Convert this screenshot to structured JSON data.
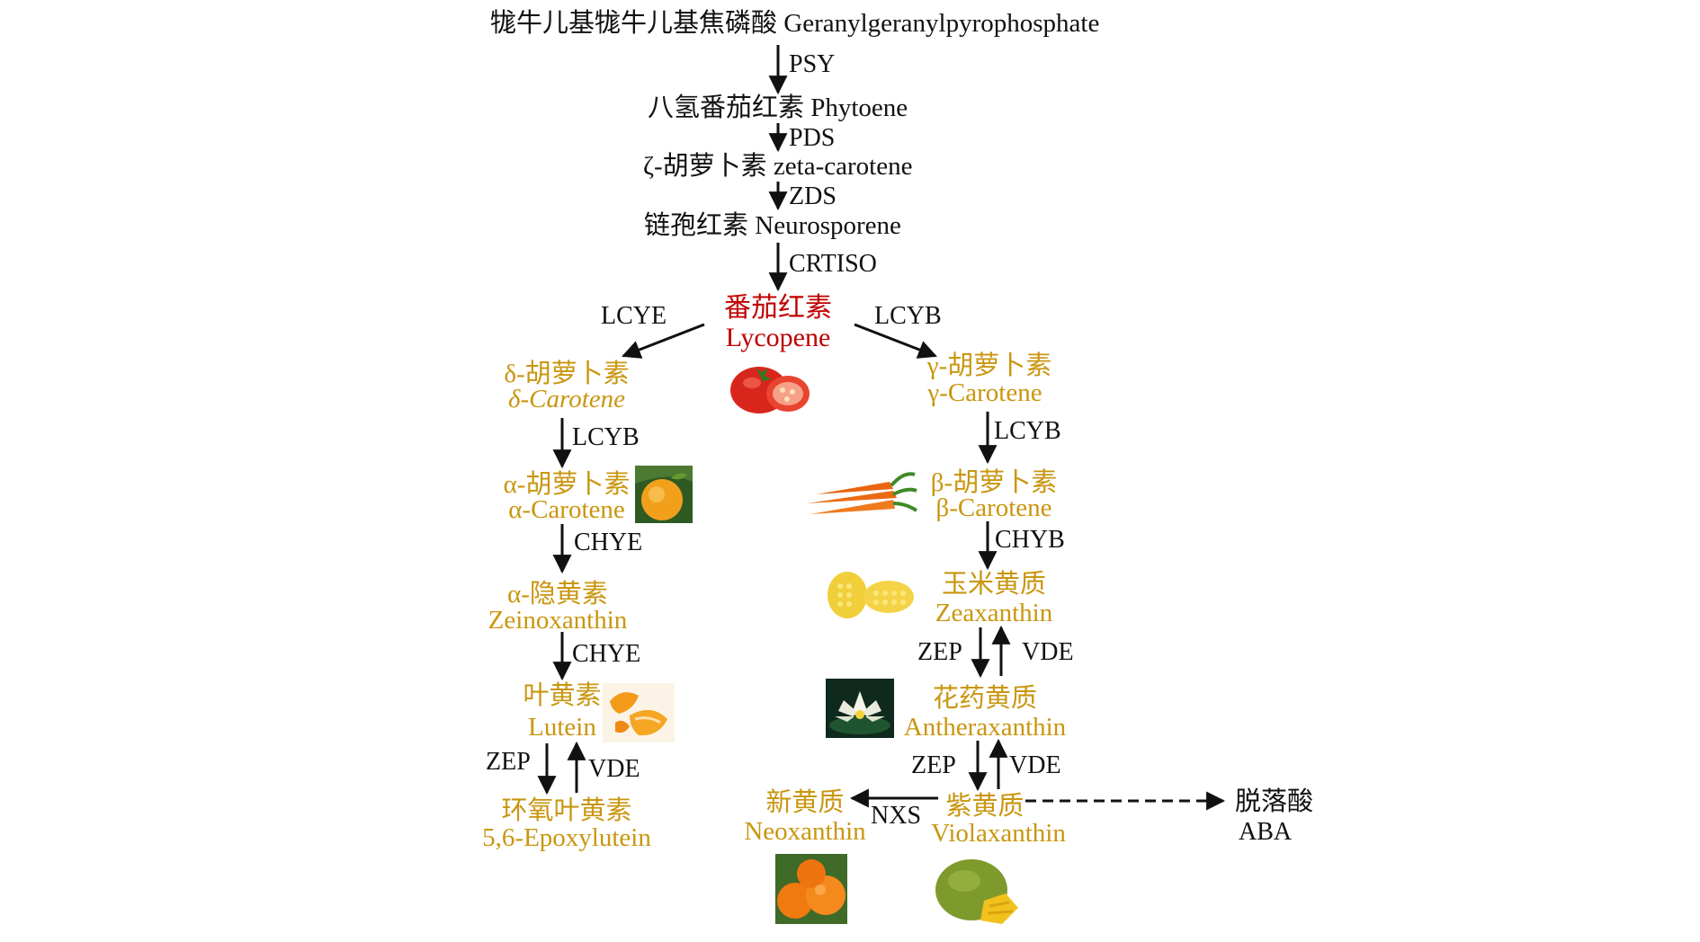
{
  "colors": {
    "arrow": "#111111",
    "carotenoid": "#c9960f",
    "lycopene": "#c00000",
    "text": "#111111"
  },
  "compounds": {
    "ggpp": "牻牛儿基牻牛儿基焦磷酸 Geranylgeranylpyrophosphate",
    "phytoene": "八氢番茄红素 Phytoene",
    "zeta_carotene": "ζ-胡萝卜素 zeta-carotene",
    "neurosporene": "链孢红素 Neurosporene",
    "lycopene_cn": "番茄红素",
    "lycopene_en": "Lycopene",
    "delta_carotene_cn": "δ-胡萝卜素",
    "delta_carotene_en": "δ-Carotene",
    "gamma_carotene_cn": "γ-胡萝卜素",
    "gamma_carotene_en": "γ-Carotene",
    "alpha_carotene_cn": "α-胡萝卜素",
    "alpha_carotene_en": "α-Carotene",
    "beta_carotene_cn": "β-胡萝卜素",
    "beta_carotene_en": "β-Carotene",
    "zeinoxanthin_cn": "α-隐黄素",
    "zeinoxanthin_en": "Zeinoxanthin",
    "zeaxanthin_cn": "玉米黄质",
    "zeaxanthin_en": "Zeaxanthin",
    "lutein_cn": "叶黄素",
    "lutein_en": "Lutein",
    "antheraxanthin_cn": "花药黄质",
    "antheraxanthin_en": "Antheraxanthin",
    "epoxylutein_cn": "环氧叶黄素",
    "epoxylutein_en": "5,6-Epoxylutein",
    "neoxanthin_cn": "新黄质",
    "neoxanthin_en": "Neoxanthin",
    "violaxanthin_cn": "紫黄质",
    "violaxanthin_en": "Violaxanthin",
    "aba_cn": "脱落酸",
    "aba_en": "ABA"
  },
  "enzymes": {
    "psy": "PSY",
    "pds": "PDS",
    "zds": "ZDS",
    "crtiso": "CRTISO",
    "lcye": "LCYE",
    "lcyb_top": "LCYB",
    "lcyb_left": "LCYB",
    "lcyb_right": "LCYB",
    "chye_1": "CHYE",
    "chye_2": "CHYE",
    "chyb": "CHYB",
    "zep_left": "ZEP",
    "vde_left": "VDE",
    "zep_right_1": "ZEP",
    "vde_right_1": "VDE",
    "zep_right_2": "ZEP",
    "vde_right_2": "VDE",
    "nxs": "NXS"
  },
  "images": {
    "tomato": "tomato-image",
    "apricot": "apricot-image",
    "carrot": "carrot-image",
    "corn": "corn-image",
    "orange_peel": "orange-peel-image",
    "water_lily": "water-lily-image",
    "orange": "orange-image",
    "jackfruit": "jackfruit-image"
  }
}
